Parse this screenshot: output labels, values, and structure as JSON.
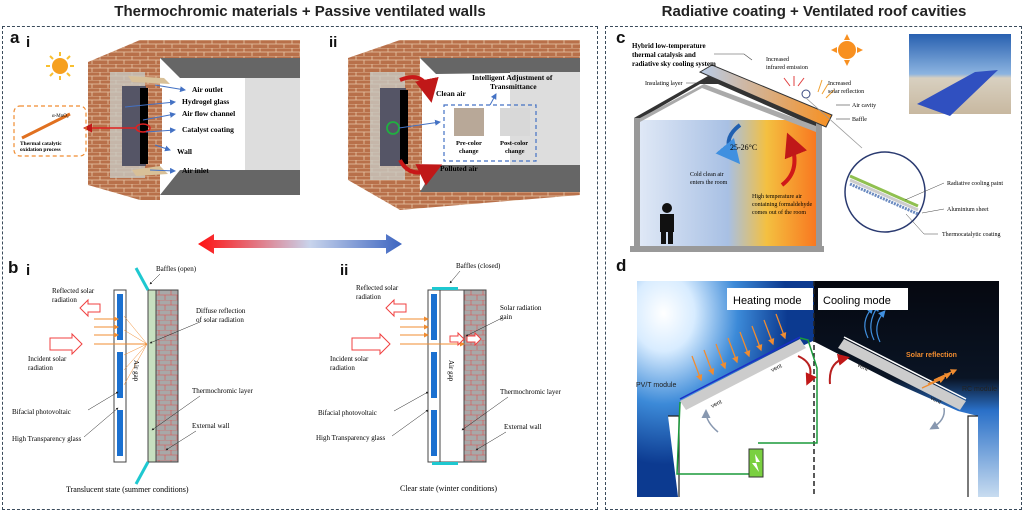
{
  "headers": {
    "left": "Thermochromic materials + Passive ventilated walls",
    "right": "Radiative coating + Ventilated roof cavities"
  },
  "panel_a": {
    "label": "a",
    "sub_i": "i",
    "sub_ii": "ii",
    "inset": {
      "caption_line1": "Thermal catalytic",
      "caption_line2": "oxidation process",
      "chem": "α-MnO₂"
    },
    "labels_i": [
      "Air outlet",
      "Hydrogel glass",
      "Air flow channel",
      "Catalyst coating",
      "Wall",
      "Air inlet"
    ],
    "labels_ii": {
      "clean_air": "Clean air",
      "polluted_air": "Polluted air",
      "adjust_line1": "Intelligent Adjustment of",
      "adjust_line2": "Transmittance",
      "pre_line1": "Pre-color",
      "pre_line2": "change",
      "post_line1": "Post-color",
      "post_line2": "change"
    }
  },
  "panel_b": {
    "label": "b",
    "sub_i": "i",
    "sub_ii": "ii",
    "i": {
      "baffles": "Baffles (open)",
      "reflected_1": "Reflected solar",
      "reflected_2": "radiation",
      "diffuse_1": "Diffuse reflection",
      "diffuse_2": "of solar radiation",
      "incident_1": "Incident solar",
      "incident_2": "radiation",
      "air_gap": "Air gap",
      "thermochromic": "Thermochromic layer",
      "bifacial": "Bifacial photovoltaic",
      "external_wall": "External wall",
      "glass": "High Transparency glass",
      "caption": "Translucent state (summer conditions)"
    },
    "ii": {
      "baffles": "Baffles (closed)",
      "reflected_1": "Reflected solar",
      "reflected_2": "radiation",
      "gain_1": "Solar radiation",
      "gain_2": "gain",
      "incident_1": "Incident solar",
      "incident_2": "radiation",
      "air_gap": "Air gap",
      "thermochromic": "Thermochromic layer",
      "bifacial": "Bifacial photovoltaic",
      "external_wall": "External wall",
      "glass": "High Transparency glass",
      "caption": "Clear state (winter conditions)"
    }
  },
  "panel_c": {
    "label": "c",
    "system_1": "Hybrid low-temperature",
    "system_2": "thermal catalysis and",
    "system_3": "radiative sky cooling system",
    "insulating": "Insulating layer",
    "ir_1": "Increased",
    "ir_2": "infrared emission",
    "solar_1": "Increased",
    "solar_2": "solar reflection",
    "air_cavity": "Air cavity",
    "baffle": "Baffle",
    "temp": "25-26°C",
    "cold_1": "Cold clean air",
    "cold_2": "enters the room",
    "hot_1": "High temperature air",
    "hot_2": "containing formaldehyde",
    "hot_3": "comes out of the room",
    "paint": "Radiative cooling paint",
    "aluminium": "Aluminium sheet",
    "thermo": "Thermocatalytic coating"
  },
  "panel_d": {
    "label": "d",
    "heating": "Heating mode",
    "cooling": "Cooling mode",
    "pvt": "PV/T module",
    "rc": "RC module",
    "vent": "vent",
    "solar_reflection": "Solar reflection"
  },
  "colors": {
    "brick": "#b8704a",
    "blue_arrow": "#4472c4",
    "red_arrow": "#e02020",
    "orange": "#f08c30",
    "green_wire": "#1a9a3a",
    "teal_baffle": "#1ec8d0",
    "pv_blue": "#1a70d0"
  }
}
